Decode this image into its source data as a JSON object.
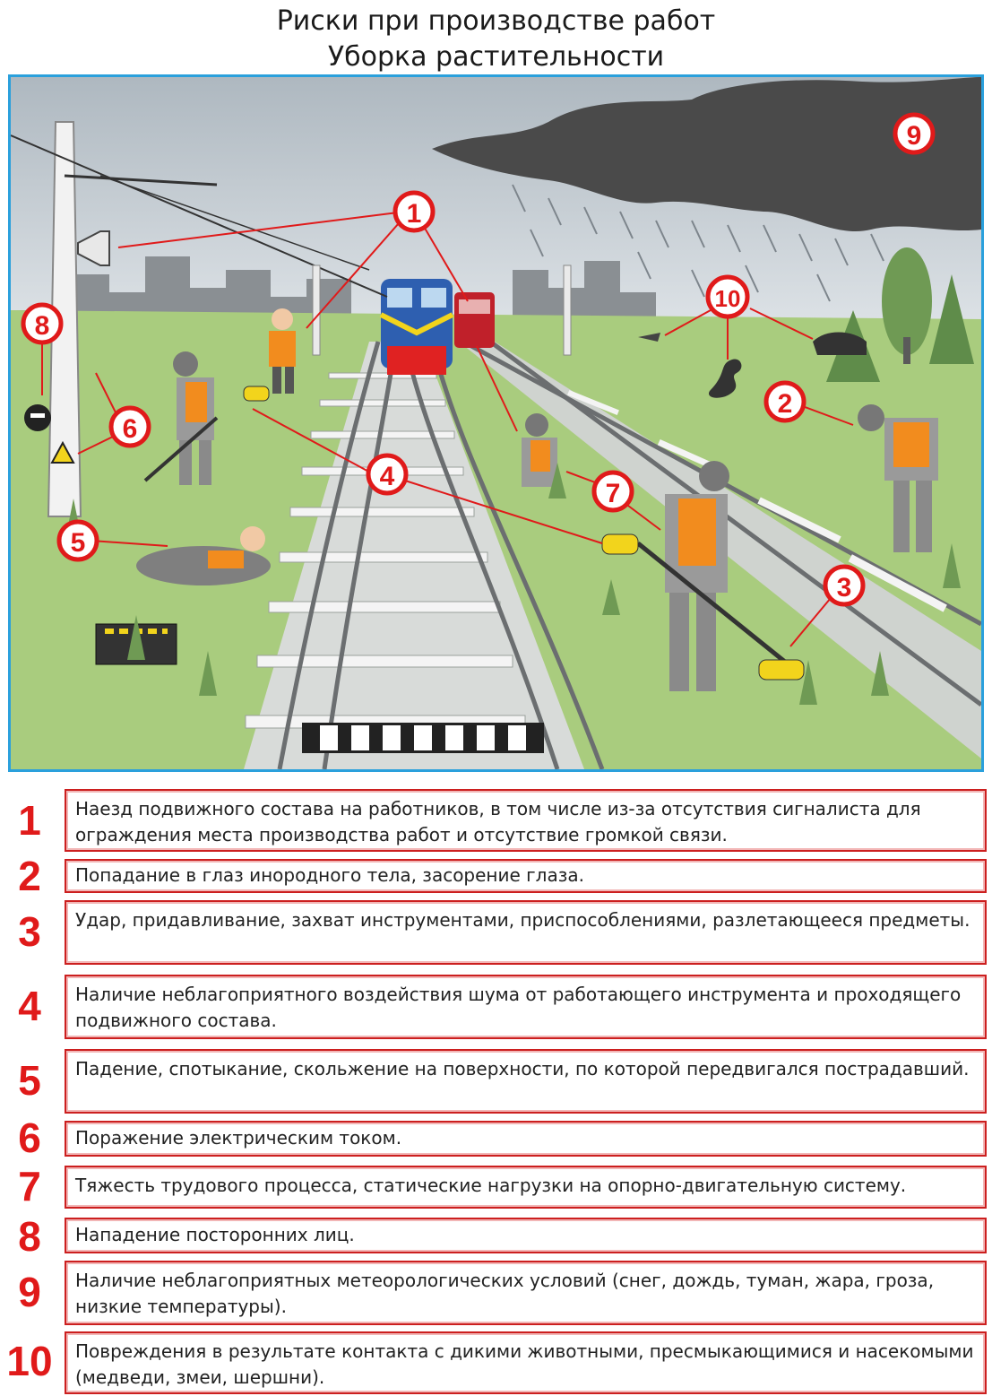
{
  "header": {
    "title_line1": "Риски при производстве работ",
    "title_line2": "Уборка растительности"
  },
  "scene": {
    "markers": [
      "1",
      "2",
      "3",
      "4",
      "5",
      "6",
      "7",
      "8",
      "9",
      "10"
    ],
    "colors": {
      "frame": "#2aa0dc",
      "marker": "#e01a1a",
      "grass": "#a9cc7e",
      "sky": "#c8d0d6",
      "cloud": "#4a4a4a",
      "vest": "#f28c1e"
    }
  },
  "risks": [
    {
      "number": "1",
      "text": "Наезд подвижного состава на работников, в том числе из-за отсутствия сигналиста для ограждения места производства работ и отсутствие громкой связи."
    },
    {
      "number": "2",
      "text": "Попадание в глаз инородного тела, засорение глаза."
    },
    {
      "number": "3",
      "text": "Удар, придавливание, захват инструментами, приспособлениями, разлетающееся предметы."
    },
    {
      "number": "4",
      "text": "Наличие неблагоприятного воздействия шума от работающего инструмента и проходящего подвижного состава."
    },
    {
      "number": "5",
      "text": "Падение, спотыкание, скольжение на поверхности, по которой передвигался пострадавший."
    },
    {
      "number": "6",
      "text": "Поражение электрическим током."
    },
    {
      "number": "7",
      "text": "Тяжесть трудового процесса, статические нагрузки на опорно-двигательную систему."
    },
    {
      "number": "8",
      "text": "Нападение посторонних лиц."
    },
    {
      "number": "9",
      "text": "Наличие неблагоприятных метеорологических условий (снег, дождь, туман, жара, гроза, низкие температуры)."
    },
    {
      "number": "10",
      "text": "Повреждения в результате контакта с дикими животными, пресмыкающимися и насекомыми (медведи, змеи, шершни)."
    }
  ]
}
